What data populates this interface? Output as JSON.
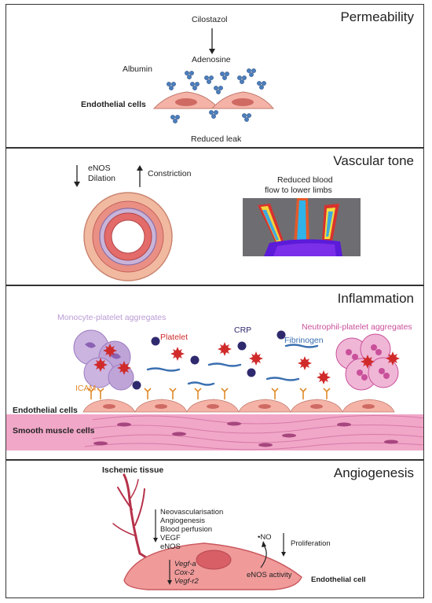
{
  "permeability": {
    "title": "Permeability",
    "drug": "Cilostazol",
    "mediator": "Adenosine",
    "albumin": "Albumin",
    "cells": "Endothelial cells",
    "outcome": "Reduced leak"
  },
  "vascular_tone": {
    "title": "Vascular tone",
    "enos": "eNOS",
    "dilation": "Dilation",
    "constriction": "Constriction",
    "flow_line1": "Reduced blood",
    "flow_line2": "flow to lower limbs"
  },
  "inflammation": {
    "title": "Inflammation",
    "monocyte": "Monocyte-platelet aggregates",
    "platelet": "Platelet",
    "crp": "CRP",
    "fibrinogen": "Fibrinogen",
    "neutrophil": "Neutrophil-platelet aggregates",
    "icam": "ICAM",
    "endothelial": "Endothelial cells",
    "smooth_muscle": "Smooth muscle cells",
    "colors": {
      "monocyte": "#b99bd4",
      "neutrophil": "#c9509a",
      "platelet": "#d02a2a",
      "crp": "#2f2a6e",
      "icam": "#e08a2a"
    }
  },
  "angiogenesis": {
    "title": "Angiogenesis",
    "ischemic": "Ischemic tissue",
    "effects": [
      "Neovascularisation",
      "Angiogenesis",
      "Blood perfusion",
      "VEGF",
      "eNOS"
    ],
    "genes": [
      "Vegf-a",
      "Cox-2",
      "Vegf-r2"
    ],
    "no": "•NO",
    "enos_activity": "eNOS activity",
    "proliferation": "Proliferation",
    "cell": "Endothelial cell"
  }
}
